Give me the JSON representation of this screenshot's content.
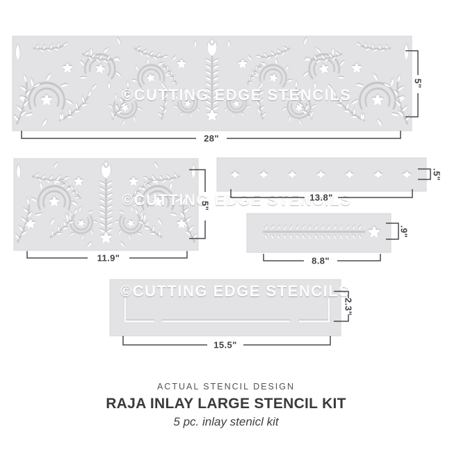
{
  "watermark": "©CUTTING EDGE STENCILS",
  "dimensions": {
    "border_28in": {
      "width": "28\"",
      "height": "5\""
    },
    "panel_11_9in": {
      "width": "11.9\"",
      "height": "5\""
    },
    "border_13_8in": {
      "width": "13.8\"",
      "height": ".5\""
    },
    "border_8_8in": {
      "width": "8.8\"",
      "height": ".9\""
    },
    "frame_15_5in": {
      "width": "15.5\"",
      "height": "2.3\""
    }
  },
  "caption": {
    "eyebrow": "ACTUAL STENCIL DESIGN",
    "title": "RAJA INLAY LARGE STENCIL KIT",
    "subtitle": "5 pc. inlay stenicl kit"
  }
}
